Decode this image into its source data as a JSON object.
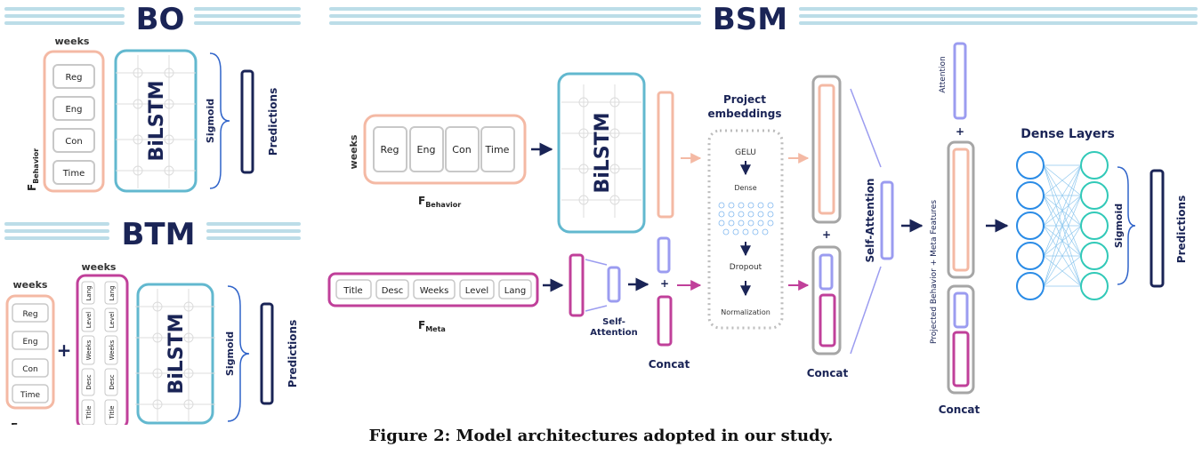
{
  "sections": {
    "bo": "BO",
    "btm": "BTM",
    "bsm": "BSM"
  },
  "labels": {
    "weeks": "weeks",
    "bilstm": "BiLSTM",
    "sigmoid": "Sigmoid",
    "predictions": "Predictions",
    "f_main": "F",
    "behavior_sub": "Behavior",
    "meta_sub": "Meta",
    "plus": "+",
    "self_attention": "Self-Attention",
    "self_attention_small_a": "Self-",
    "self_attention_small_b": "Attention",
    "concat": "Concat",
    "project_embeddings_a": "Project",
    "project_embeddings_b": "embeddings",
    "gelu": "GELU",
    "dense": "Dense",
    "dropout": "Dropout",
    "normalization": "Normalization",
    "attention": "Attention",
    "projected_features": "Projected Behavior + Meta Features",
    "dense_layers": "Dense Layers"
  },
  "behavior_features": [
    "Reg",
    "Eng",
    "Con",
    "Time"
  ],
  "meta_features": [
    "Title",
    "Desc",
    "Weeks",
    "Level",
    "Lang"
  ],
  "colors": {
    "behavior": "#f4b9a4",
    "meta": "#c0409a",
    "bilstm": "#62b8cf",
    "attention": "#9b9cf0",
    "navy": "#1a2456",
    "gray": "#9a9a9a",
    "section_bar": "#bcdde8",
    "node_blue": "#2b8ce6",
    "node_teal": "#31c9b8"
  },
  "caption": "Figure 2: Model architectures adopted in our study."
}
